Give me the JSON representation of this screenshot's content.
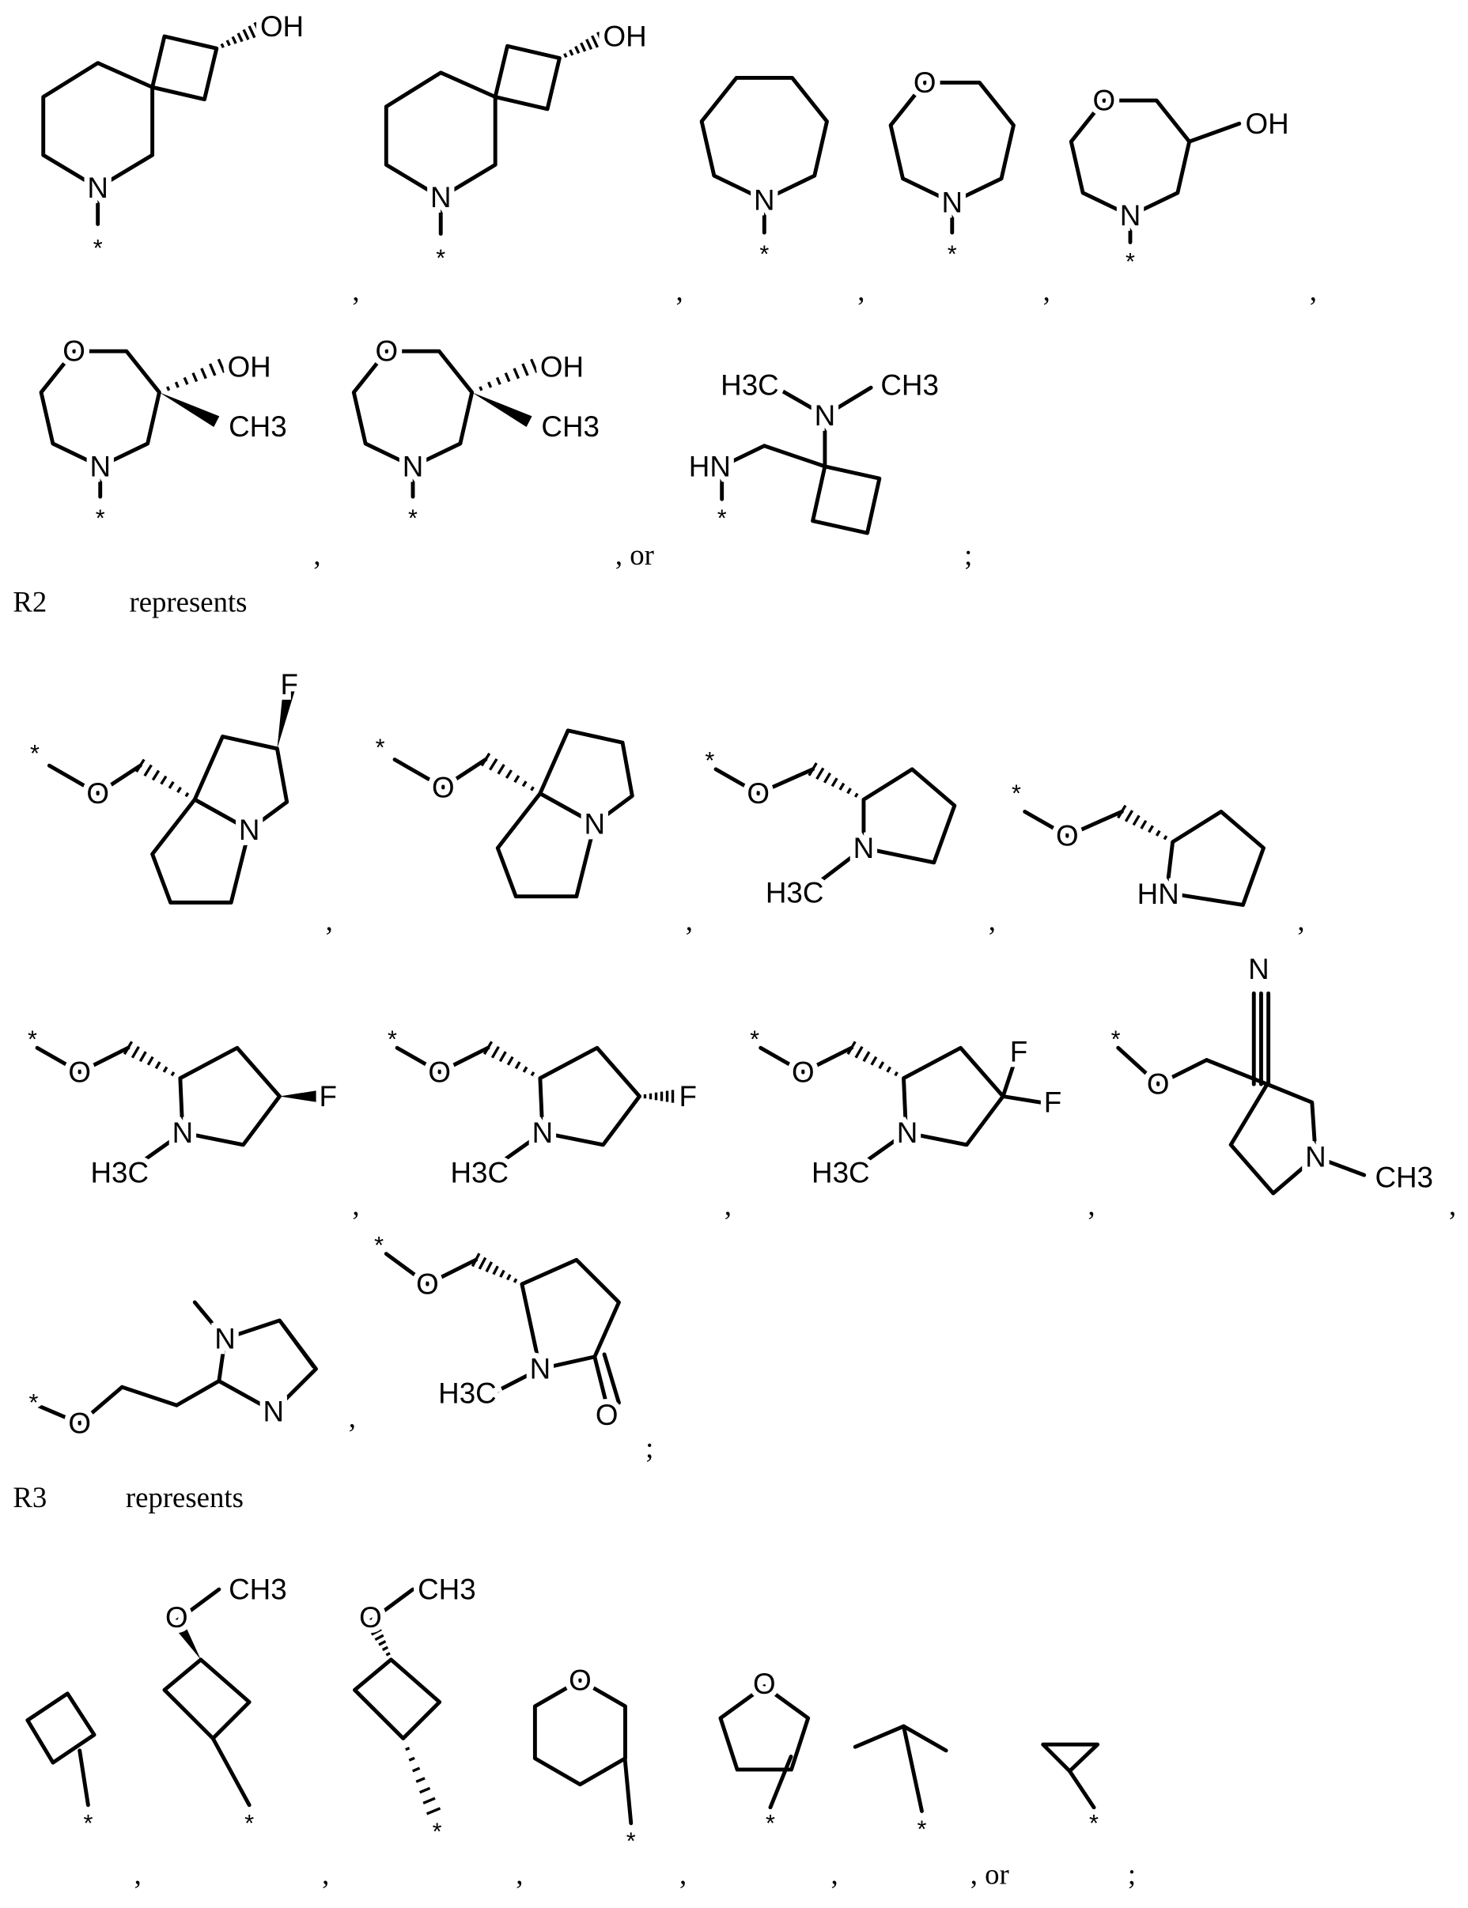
{
  "document": {
    "r2_heading": {
      "label": "R2",
      "verb": "represents"
    },
    "r3_heading": {
      "label": "R3",
      "verb": "represents"
    }
  },
  "separators": [
    ",",
    ",",
    ",",
    ",",
    ",",
    ",",
    ", or",
    ";",
    ",",
    ",",
    ",",
    ",",
    ",",
    ",",
    ",",
    ",",
    ",",
    ";",
    ",",
    ",",
    ",",
    ",",
    ",",
    ", or",
    ";"
  ],
  "structures": [
    {
      "name": "azaspiro-octanol-1",
      "labels": [
        "OH",
        "N",
        "*"
      ]
    },
    {
      "name": "azaspiro-octanol-2",
      "labels": [
        "OH",
        "N",
        "*"
      ]
    },
    {
      "name": "azepane",
      "labels": [
        "N",
        "*"
      ]
    },
    {
      "name": "oxazepane",
      "labels": [
        "N",
        "O",
        "*"
      ]
    },
    {
      "name": "oxazepanol",
      "labels": [
        "N",
        "O",
        "OH",
        "*"
      ]
    },
    {
      "name": "methyl-oxazepanol-1",
      "labels": [
        "N",
        "O",
        "OH",
        "CH3",
        "*"
      ]
    },
    {
      "name": "methyl-oxazepanol-2",
      "labels": [
        "N",
        "O",
        "OH",
        "CH3",
        "*"
      ]
    },
    {
      "name": "dimethylamino-cyclobutylmethylamine",
      "labels": [
        "H3C",
        "N",
        "CH3",
        "HN",
        "*"
      ]
    },
    {
      "name": "fluoro-pyrrolizine-methoxy",
      "labels": [
        "*",
        "O",
        "N",
        "F"
      ]
    },
    {
      "name": "pyrrolizine-methoxy",
      "labels": [
        "*",
        "O",
        "N"
      ]
    },
    {
      "name": "n-methylpyrrolidine-methoxy",
      "labels": [
        "*",
        "O",
        "N",
        "H3C"
      ]
    },
    {
      "name": "pyrrolidine-methoxy",
      "labels": [
        "*",
        "O",
        "HN"
      ]
    },
    {
      "name": "fluoro-n-methylpyrrolidine-methoxy-1",
      "labels": [
        "*",
        "O",
        "N",
        "F",
        "H3C"
      ]
    },
    {
      "name": "fluoro-n-methylpyrrolidine-methoxy-2",
      "labels": [
        "*",
        "O",
        "N",
        "F",
        "H3C"
      ]
    },
    {
      "name": "difluoro-n-methylpyrrolidine-methoxy",
      "labels": [
        "*",
        "O",
        "N",
        "F",
        "F",
        "H3C"
      ]
    },
    {
      "name": "cyano-n-methylpyrrolidine-methoxy",
      "labels": [
        "*",
        "O",
        "N",
        "CH3",
        "N"
      ]
    },
    {
      "name": "methylimidazolyl-ethoxy",
      "labels": [
        "*",
        "O",
        "N",
        "N"
      ]
    },
    {
      "name": "methylpyrrolidinone-methoxy",
      "labels": [
        "*",
        "O",
        "N",
        "H3C",
        "O"
      ]
    },
    {
      "name": "cyclobutyl",
      "labels": [
        "*"
      ]
    },
    {
      "name": "methoxycyclobutyl-cis",
      "labels": [
        "CH3",
        "O",
        "*"
      ]
    },
    {
      "name": "methoxycyclobutyl-trans",
      "labels": [
        "CH3",
        "O",
        "*"
      ]
    },
    {
      "name": "tetrahydropyranyl",
      "labels": [
        "O",
        "*"
      ]
    },
    {
      "name": "tetrahydrofuranyl",
      "labels": [
        "O",
        "*"
      ]
    },
    {
      "name": "isopropyl",
      "labels": [
        "*"
      ]
    },
    {
      "name": "cyclopropyl",
      "labels": [
        "*"
      ]
    }
  ]
}
